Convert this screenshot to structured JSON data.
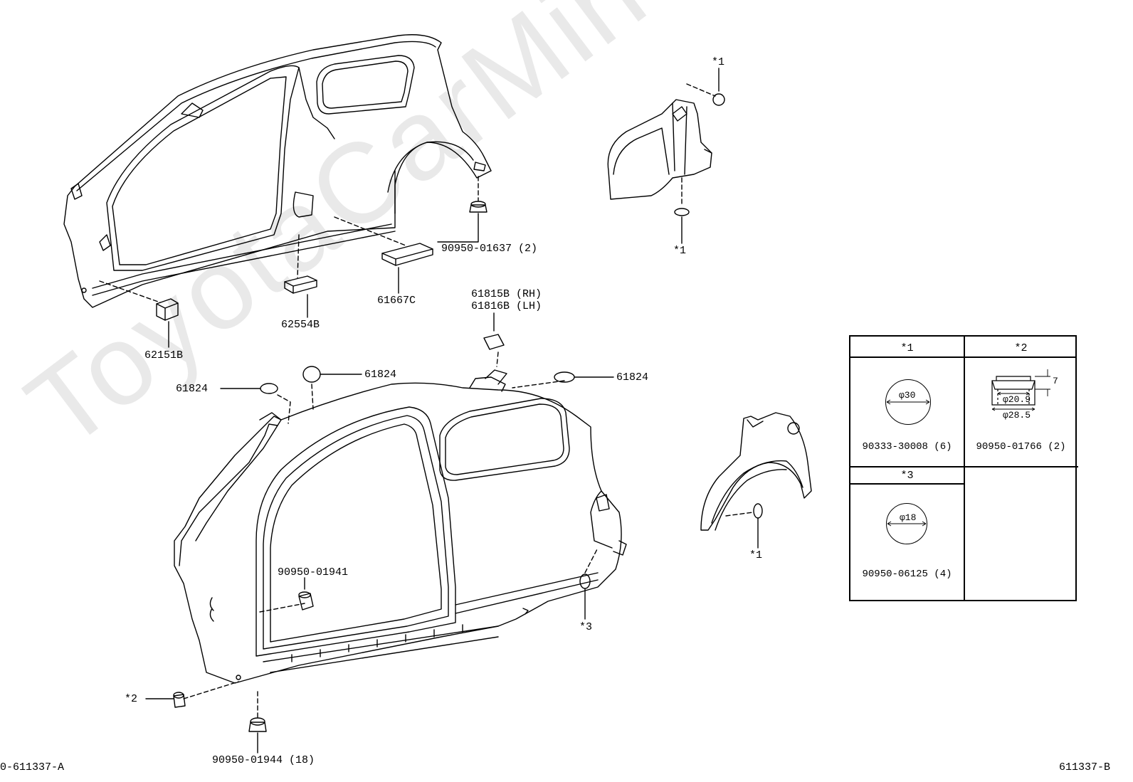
{
  "watermark": "ToyotaCarMine.ru",
  "diagram_codes": {
    "left": "0-611337-A",
    "right": "611337-B"
  },
  "callouts": {
    "p62151B": "62151B",
    "p62554B": "62554B",
    "p61667C": "61667C",
    "p90950_01637": "90950-01637 (2)",
    "p61815B": "61815B (RH)",
    "p61816B": "61816B (LH)",
    "p61824_left": "61824",
    "p61824_mid": "61824",
    "p61824_right": "61824",
    "p90950_01941": "90950-01941",
    "p90950_01944": "90950-01944 (18)",
    "star1_top": "*1",
    "star1_mid": "*1",
    "star1_lower": "*1",
    "star2": "*2",
    "star3": "*3"
  },
  "legend": {
    "col1_head": "*1",
    "col2_head": "*2",
    "row2_head": "*3",
    "star1_dia": "φ30",
    "star1_part": "90333-30008 (6)",
    "star2_inner_dia": "φ20.9",
    "star2_outer_dia": "φ28.5",
    "star2_height": "7",
    "star2_part": "90950-01766 (2)",
    "star3_dia": "φ18",
    "star3_part": "90950-06125 (4)"
  }
}
